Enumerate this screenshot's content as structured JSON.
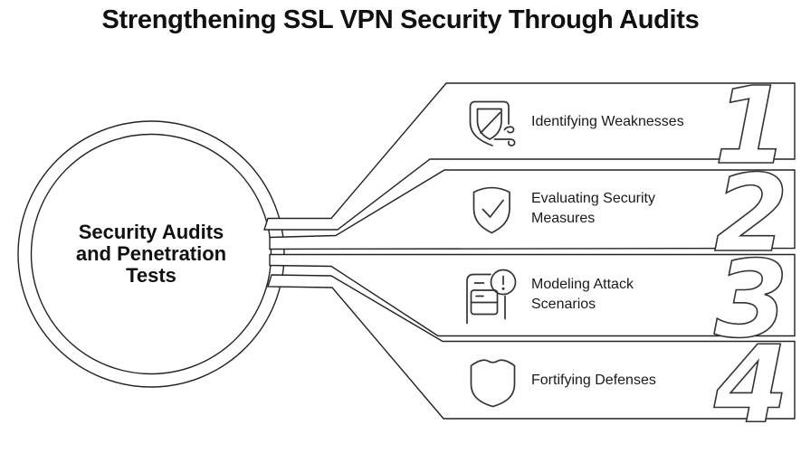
{
  "title": "Strengthening SSL VPN Security Through Audits",
  "center": {
    "label": "Security Audits and Penetration Tests",
    "lines": [
      "Security Audits",
      "and Penetration",
      "Tests"
    ]
  },
  "items": [
    {
      "number": "1",
      "label": "Identifying Weaknesses",
      "lines": [
        "Identifying Weaknesses"
      ],
      "icon": "shield-bypass-icon"
    },
    {
      "number": "2",
      "label": "Evaluating Security Measures",
      "lines": [
        "Evaluating Security",
        "Measures"
      ],
      "icon": "shield-check-icon"
    },
    {
      "number": "3",
      "label": "Modeling Attack Scenarios",
      "lines": [
        "Modeling Attack",
        "Scenarios"
      ],
      "icon": "server-alert-icon"
    },
    {
      "number": "4",
      "label": "Fortifying Defenses",
      "lines": [
        "Fortifying Defenses"
      ],
      "icon": "shield-icon"
    }
  ],
  "colors": {
    "background": "#ffffff",
    "line": "#222222",
    "icon": "#333333",
    "text": "#111111"
  }
}
